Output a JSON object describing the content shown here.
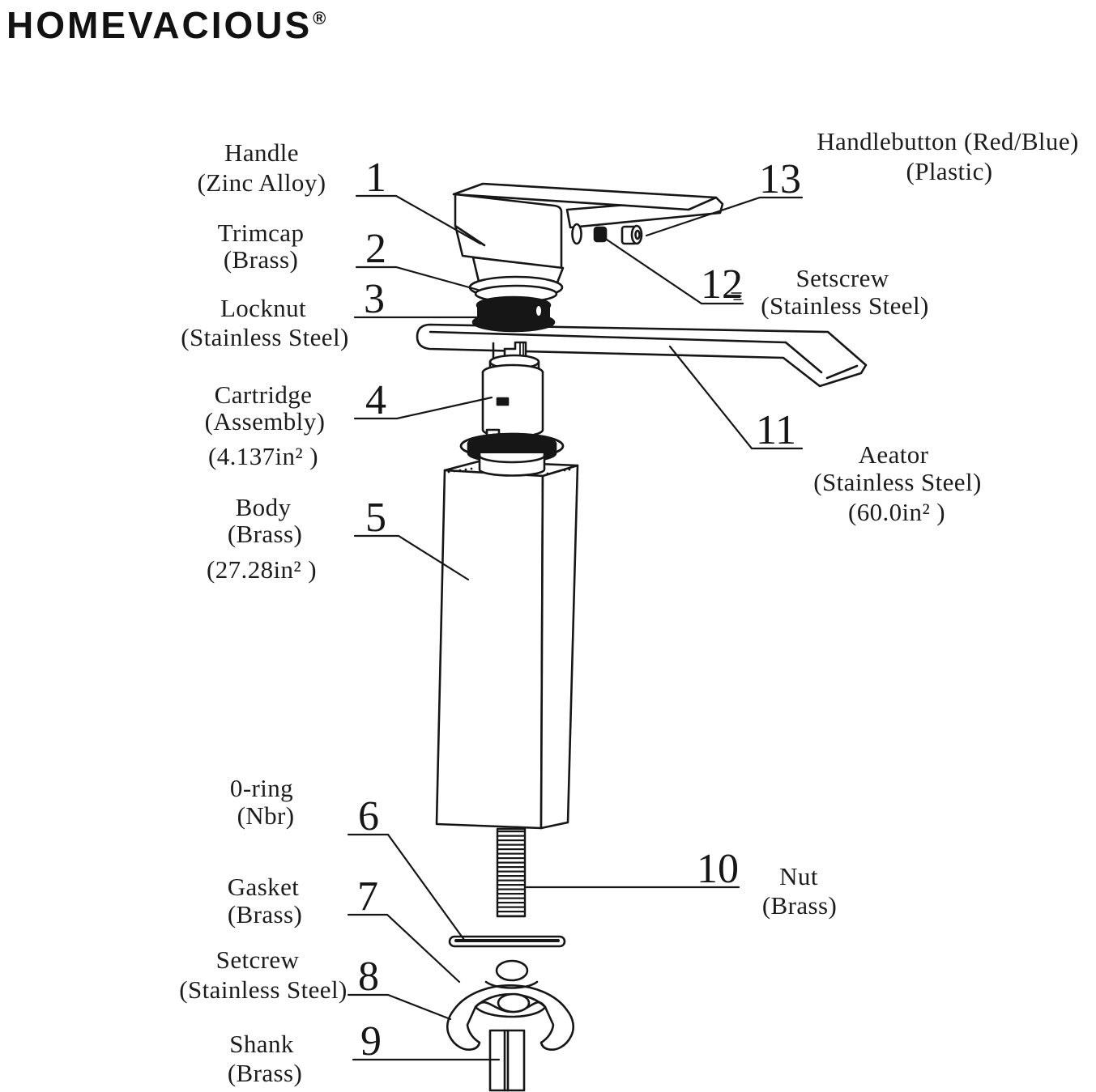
{
  "brand": {
    "name": "HOMEVACIOUS",
    "registered": "®"
  },
  "colors": {
    "ink": "#161616",
    "background": "#ffffff"
  },
  "parts": [
    {
      "id": "1",
      "lines": [
        "Handle",
        "(Zinc Alloy)"
      ]
    },
    {
      "id": "2",
      "lines": [
        "Trimcap",
        "(Brass)"
      ]
    },
    {
      "id": "3",
      "lines": [
        "Locknut",
        "(Stainless Steel)"
      ]
    },
    {
      "id": "4",
      "lines": [
        "Cartridge",
        "(Assembly)",
        "(4.137in² )"
      ]
    },
    {
      "id": "5",
      "lines": [
        "Body",
        "(Brass)",
        "(27.28in² )"
      ]
    },
    {
      "id": "6",
      "lines": [
        "0-ring",
        "(Nbr)"
      ]
    },
    {
      "id": "7",
      "lines": [
        "Gasket",
        "(Brass)"
      ]
    },
    {
      "id": "8",
      "lines": [
        "Setcrew",
        "(Stainless Steel)"
      ]
    },
    {
      "id": "9",
      "lines": [
        "Shank",
        "(Brass)"
      ]
    },
    {
      "id": "10",
      "lines": [
        "Nut",
        "(Brass)"
      ]
    },
    {
      "id": "11",
      "lines": [
        "Aeator",
        "(Stainless Steel)",
        "(60.0in² )"
      ]
    },
    {
      "id": "12",
      "lines": [
        "Setscrew",
        "(Stainless Steel)"
      ]
    },
    {
      "id": "13",
      "lines": [
        "Handlebutton (Red/Blue)",
        "(Plastic)"
      ]
    }
  ]
}
